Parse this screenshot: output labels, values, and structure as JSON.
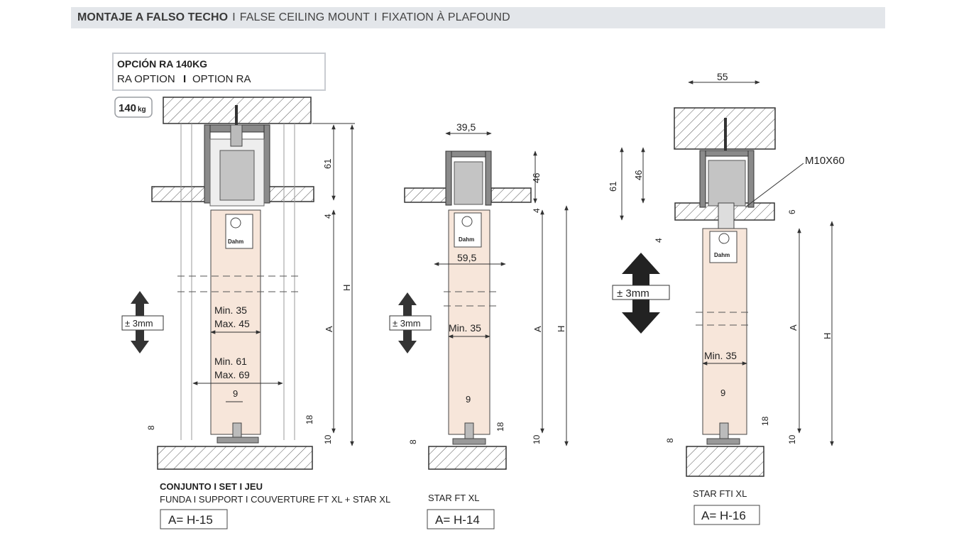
{
  "header": {
    "title_es": "MONTAJE A FALSO TECHO",
    "title_en": "FALSE CEILING  MOUNT",
    "title_fr": "FIXATION À PLAFOUND",
    "separator": "I"
  },
  "option_box": {
    "line1": "OPCIÓN RA 140KG",
    "line2_en": "RA OPTION",
    "line2_sep": "I",
    "line2_fr": "OPTION RA"
  },
  "weight_badge": {
    "value": "140",
    "unit": "kg"
  },
  "brand_label": "Dahm",
  "adjust_label": "± 3mm",
  "left_assembly": {
    "dim_top": "61",
    "dim_gap": "4",
    "dim_h": "H",
    "dim_a": "A",
    "min1": "Min. 35",
    "max1": "Max. 45",
    "min2": "Min.  61",
    "max2": "Max. 69",
    "dim_slot": "9",
    "dim_18": "18",
    "dim_10": "10",
    "dim_8": "8",
    "caption_title": "CONJUNTO I SET I JEU",
    "caption_sub": "FUNDA I SUPPORT I COUVERTURE FT XL + STAR XL",
    "formula": "A= H-15"
  },
  "middle_assembly": {
    "dim_width": "39,5",
    "dim_46": "46",
    "dim_4": "4",
    "dim_59": "59,5",
    "dim_a": "A",
    "dim_h": "H",
    "min": "Min.  35",
    "dim_slot": "9",
    "dim_18": "18",
    "dim_10": "10",
    "dim_8": "8",
    "caption": "STAR FT XL",
    "formula": "A= H-14"
  },
  "right_assembly": {
    "dim_55": "55",
    "bolt": "M10X60",
    "dim_61": "61",
    "dim_46": "46",
    "dim_6": "6",
    "dim_4": "4",
    "dim_a": "A",
    "dim_h": "H",
    "min": "Min.  35",
    "dim_slot": "9",
    "dim_18": "18",
    "dim_10": "10",
    "dim_8": "8",
    "caption": "STAR FTI XL",
    "formula": "A= H-16"
  },
  "colors": {
    "door": "#f7e6da",
    "header_bg": "#e3e6ea",
    "line": "#333333",
    "metal": "#8a8a8a"
  }
}
